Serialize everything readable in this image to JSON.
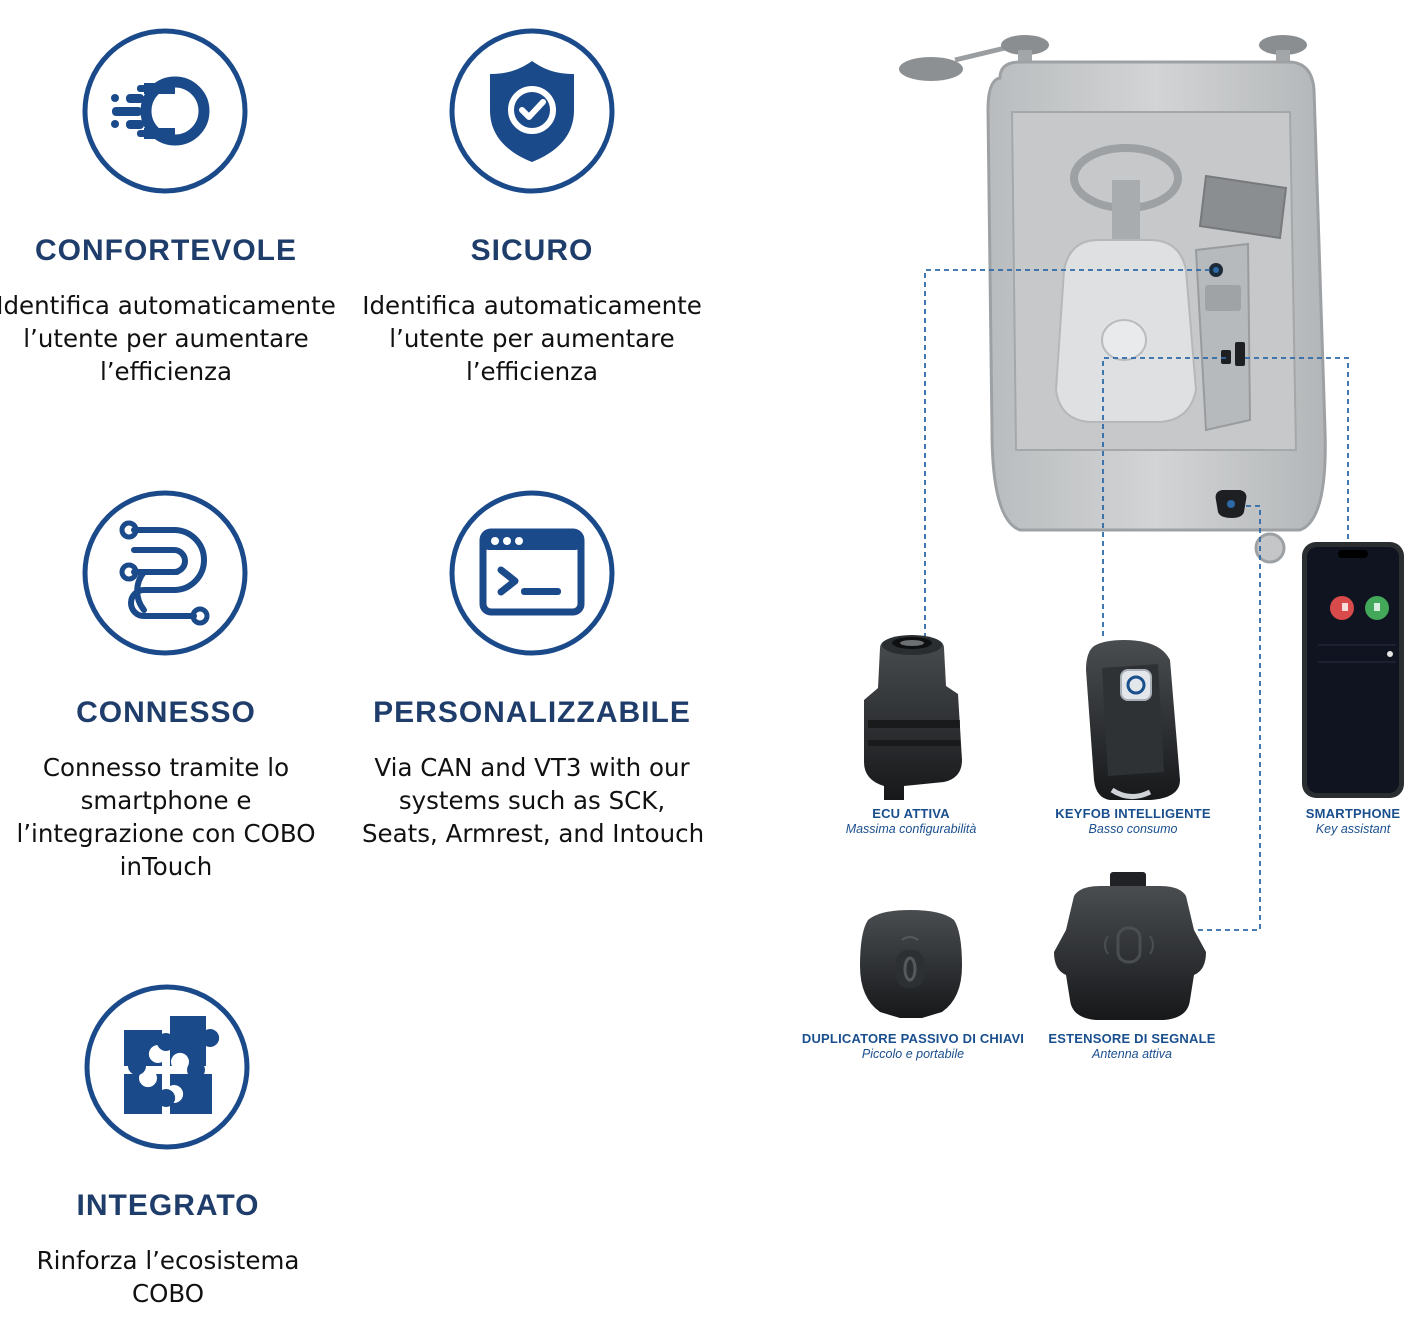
{
  "features": [
    {
      "title": "CONFORTEVOLE",
      "lines": [
        "Identifica automaticamente",
        "l’utente per aumentare",
        "l’efficienza"
      ],
      "icon": "speed-ball-icon"
    },
    {
      "title": "SICURO",
      "lines": [
        "Identifica automaticamente",
        "l’utente per aumentare",
        "l’efficienza"
      ],
      "icon": "shield-check-icon"
    },
    {
      "title": "CONNESSO",
      "lines": [
        "Connesso tramite lo",
        "smartphone e",
        "l’integrazione con COBO",
        "inTouch"
      ],
      "icon": "circuit-path-icon"
    },
    {
      "title": "PERSONALIZZABILE",
      "lines": [
        "Via CAN and VT3 with our",
        "systems such as SCK,",
        "Seats, Armrest, and Intouch"
      ],
      "icon": "terminal-window-icon"
    },
    {
      "title": "INTEGRATO",
      "lines": [
        "Rinforza l’ecosistema",
        "COBO"
      ],
      "icon": "puzzle-icon"
    }
  ],
  "devices": [
    {
      "title": "ECU ATTIVA",
      "subtitle": "Massima configurabilità"
    },
    {
      "title": "KEYFOB INTELLIGENTE",
      "subtitle": "Basso consumo"
    },
    {
      "title": "SMARTPHONE",
      "subtitle": "Key assistant"
    },
    {
      "title": "DUPLICATORE PASSIVO DI CHIAVI",
      "subtitle": "Piccolo e portabile"
    },
    {
      "title": "ESTENSORE DI SEGNALE",
      "subtitle": "Antenna attiva"
    }
  ],
  "colors": {
    "brand_navy": "#1f3d6b",
    "icon_blue": "#1b4a8a",
    "label_blue": "#1a4f8e",
    "connector_line": "#2e6aa8"
  }
}
